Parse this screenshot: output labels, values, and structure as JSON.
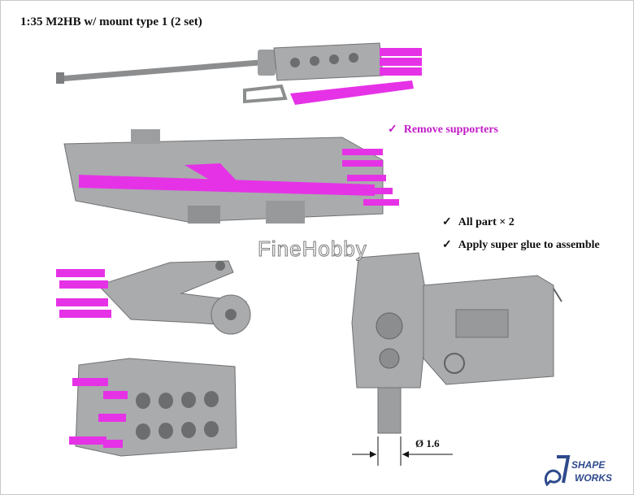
{
  "title": "1:35 M2HB w/ mount type 1 (2 set)",
  "notes": {
    "check_mark": "✓",
    "remove_supporters": "Remove supporters",
    "all_part": "All part × 2",
    "apply_glue": "Apply super glue to assemble"
  },
  "dimension_label": "Ø 1.6",
  "watermark": "FineHobby",
  "logo": {
    "line1": "SHAPE",
    "line2": "WORKS"
  },
  "colors": {
    "part_gray": "#a9abad",
    "supporter_magenta": "#e632e6",
    "note_pink": "#c21bc8",
    "logo_blue": "#2e4a8c"
  }
}
